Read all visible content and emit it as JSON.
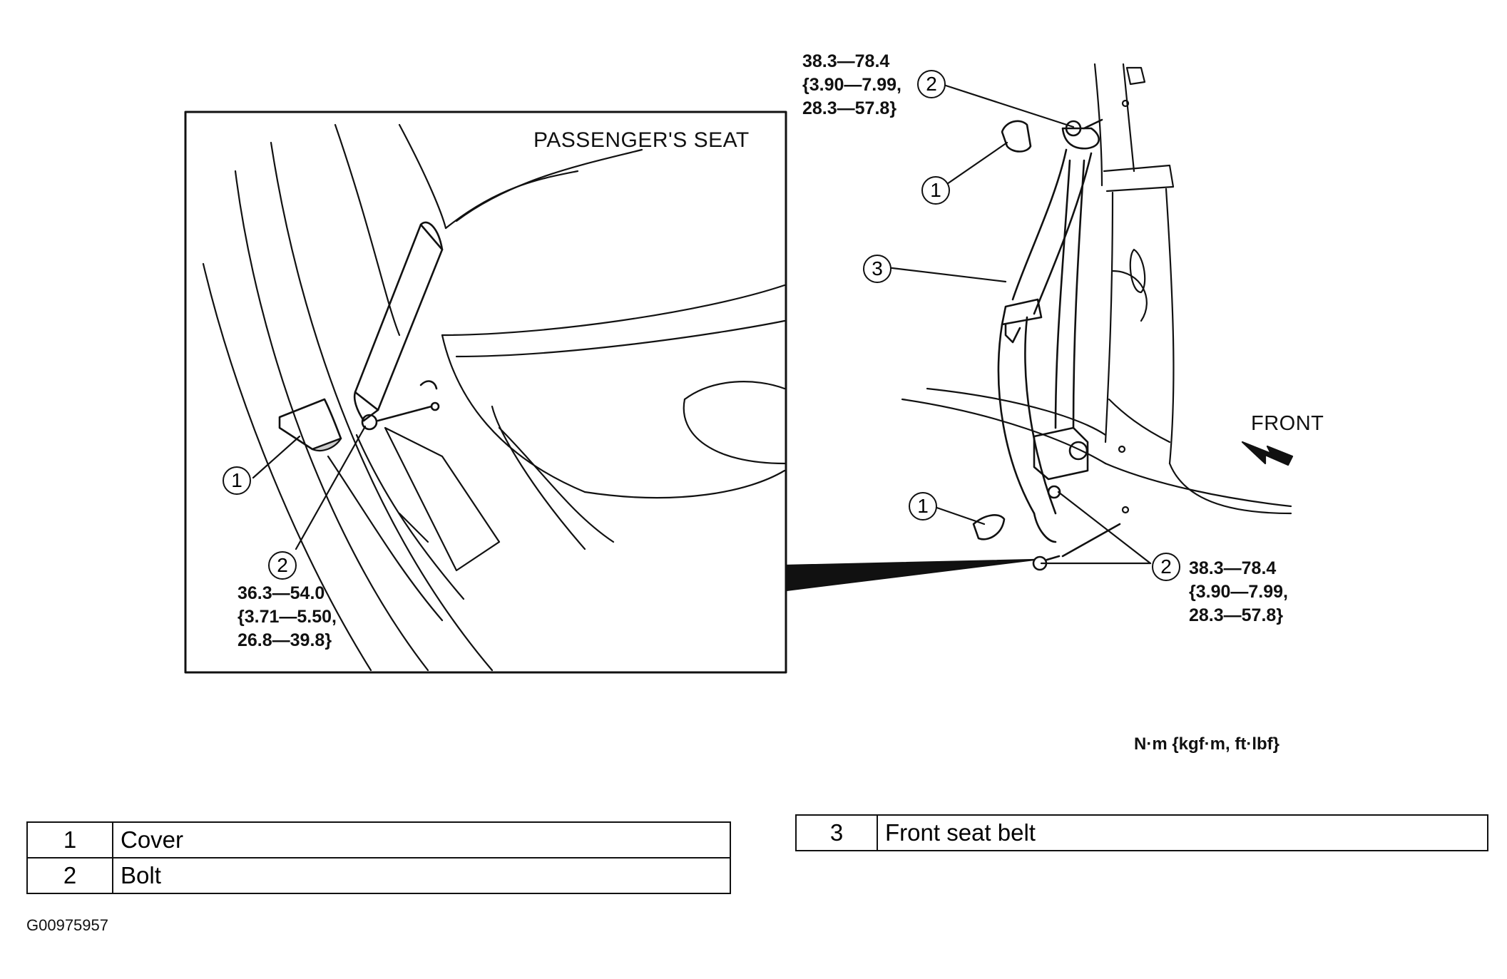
{
  "detail_view": {
    "title": "PASSENGER'S SEAT",
    "callouts": [
      "1",
      "2"
    ],
    "torque_lines": [
      "36.3—54.0",
      "{3.71—5.50,",
      "26.8—39.8}"
    ]
  },
  "main_view": {
    "upper_torque_lines": [
      "38.3—78.4",
      "{3.90—7.99,",
      "28.3—57.8}"
    ],
    "lower_torque_lines": [
      "38.3—78.4",
      "{3.90—7.99,",
      "28.3—57.8}"
    ],
    "callouts": [
      "2",
      "1",
      "3",
      "1",
      "2"
    ],
    "direction_label": "FRONT"
  },
  "units": "N·m {kgf·m, ft·lbf}",
  "legend_left": [
    {
      "num": "1",
      "name": "Cover"
    },
    {
      "num": "2",
      "name": "Bolt"
    }
  ],
  "legend_right": [
    {
      "num": "3",
      "name": "Front seat belt"
    }
  ],
  "figure_id": "G00975957"
}
